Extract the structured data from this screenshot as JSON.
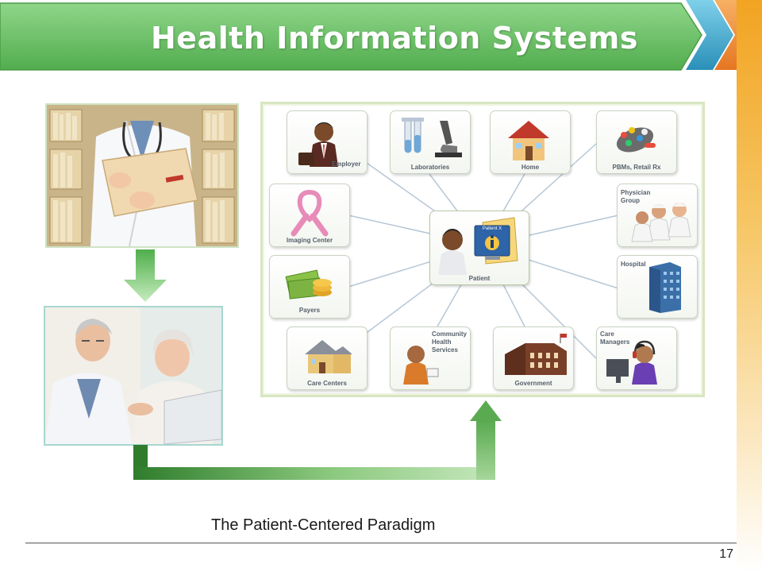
{
  "slide": {
    "title": "Health Information Systems",
    "caption": "The Patient-Centered Paradigm",
    "page_number": "17"
  },
  "diagram": {
    "center": {
      "label": "Patient",
      "screen_text": "Patient X",
      "icon": "patient-computer-icon"
    },
    "nodes": [
      {
        "id": "employer",
        "label": "Employer",
        "icon": "businessman-icon"
      },
      {
        "id": "laboratories",
        "label": "Laboratories",
        "icon": "microscope-icon"
      },
      {
        "id": "home",
        "label": "Home",
        "icon": "house-icon"
      },
      {
        "id": "pbms",
        "label": "PBMs, Retail Rx",
        "icon": "pills-icon"
      },
      {
        "id": "imaging",
        "label": "Imaging Center",
        "icon": "pink-ribbon-icon"
      },
      {
        "id": "physician",
        "label": "Physician Group",
        "icon": "doctors-group-icon"
      },
      {
        "id": "payers",
        "label": "Payers",
        "icon": "money-icon"
      },
      {
        "id": "hospital",
        "label": "Hospital",
        "icon": "hospital-building-icon"
      },
      {
        "id": "care-centers",
        "label": "Care Centers",
        "icon": "care-center-house-icon"
      },
      {
        "id": "community",
        "label": "Community Health Services",
        "icon": "nurse-icon"
      },
      {
        "id": "government",
        "label": "Government",
        "icon": "government-building-icon"
      },
      {
        "id": "care-managers",
        "label": "Care Managers",
        "icon": "headset-agent-icon"
      }
    ]
  },
  "colors": {
    "banner_green": "#6cc067",
    "arrow_dark_green": "#2f7d2c",
    "arrow_light_green": "#bfe3b5",
    "accent_teal": "#3aa3c9",
    "accent_orange": "#ee8a2c",
    "stripe_orange": "#f2a321"
  }
}
